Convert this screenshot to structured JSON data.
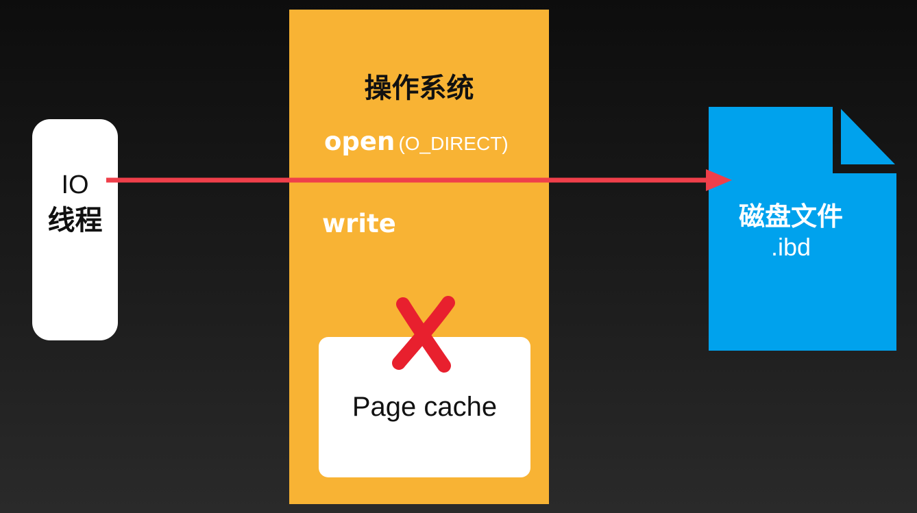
{
  "io_thread": {
    "line1": "IO",
    "line2": "线程"
  },
  "os": {
    "title": "操作系统",
    "open_call": "open",
    "open_flag": "(O_DIRECT)",
    "write_call": "write",
    "page_cache_label": "Page cache"
  },
  "file": {
    "name": "磁盘文件",
    "extension": ".ibd"
  },
  "colors": {
    "background": "#141414",
    "os_panel": "#f8b334",
    "file": "#00a2ed",
    "arrow": "#ef3f4a",
    "cross": "#e8202e"
  },
  "icons": {
    "bypass_marker": "cross-icon",
    "file": "document-icon"
  }
}
